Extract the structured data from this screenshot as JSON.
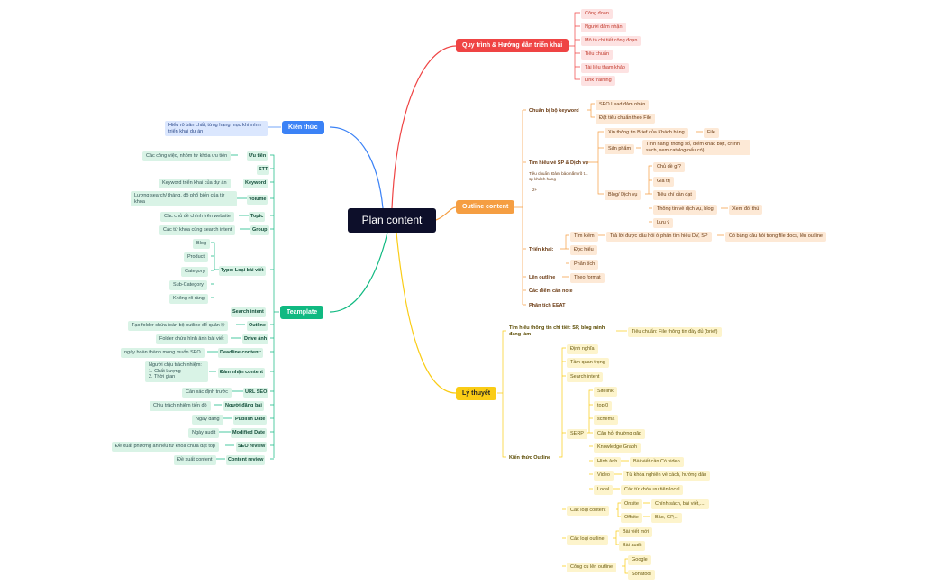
{
  "root": "Plan content",
  "quy_trinh": {
    "title": "Quy trình & Hướng dẫn triển khai",
    "items": [
      "Công đoạn",
      "Người đảm nhận",
      "Mô tả chi tiết công đoạn",
      "Tiêu chuẩn",
      "Tài liệu tham khảo",
      "Link training"
    ]
  },
  "kien_thuc": {
    "title": "Kiến thức",
    "note": "Hiểu rõ bản chất, từng hạng mục khi mình triển khai dự án"
  },
  "outline_content": {
    "title": "Outline content",
    "chuan_bi": {
      "label": "Chuẩn bị bộ keyword",
      "items": [
        "SEO Lead đảm nhận",
        "Đặt tiêu chuẩn theo File"
      ]
    },
    "tim_hieu": {
      "label": "Tìm hiểu về SP & Dịch vụ",
      "note": "Tiêu chuẩn: Đảm bảo nắm rõ t... sp khách hàng",
      "note2": "2+",
      "xin_thong_tin": "Xin thông tin Brief của Khách hàng",
      "file": "File",
      "san_pham": "Sản phẩm",
      "san_pham_detail": "Tính năng, thông số, điểm khác biệt, chính sách, xem catalog(nếu có)",
      "blog": "Blog/ Dịch vụ",
      "blog_items": [
        "Chủ đề gì?",
        "Giá trị",
        "Tiêu chí cần đạt",
        "Thông tin về dịch vụ, blog",
        "Lưu ý"
      ],
      "xem_doi_thu": "Xem đối thủ"
    },
    "trien_khai": {
      "label": "Triển khai:",
      "tim_kiem": "Tìm kiếm",
      "tra_loi": "Trả lời được câu hỏi ở phần tìm hiểu DV, SP",
      "co_bang": "Có bảng câu hỏi trong file docs, lên outline",
      "doc_hieu": "Đọc hiểu",
      "phan_tich": "Phân tích"
    },
    "len_outline": "Lên outline",
    "theo_format": "Theo format",
    "cac_diem": "Các điểm cần note",
    "phan_tich_eeat": "Phân tích EEAT"
  },
  "ly_thuyet": {
    "title": "Lý thuyết",
    "tim_hieu": "Tìm hiểu thông tin chi tiết: SP, blog mình đang làm",
    "tieu_chuan": "Tiêu chuẩn: File thông tin đầy đủ (brief)",
    "kien_thuc_outline": "Kiến thức Outline",
    "top_items": [
      "Định nghĩa",
      "Tầm quan trọng",
      "Search intent"
    ],
    "serp": "SERP",
    "serp_items": [
      "Sitelink",
      "top 0",
      "schema",
      "Câu hỏi thường gặp",
      "Knowledge Graph"
    ],
    "hinh_anh": "Hình ảnh",
    "hinh_anh_detail": "Bài viết cần Có video",
    "video": "Video",
    "video_detail": "Từ khóa nghiên về cách, hướng dẫn",
    "local": "Local",
    "local_detail": "Các từ khóa ưu tiên local",
    "cac_loai_content": "Các loại content",
    "onsite": "Onsite",
    "onsite_detail": "Chính sách, bài viết,....",
    "offsite": "Offsite",
    "offsite_detail": "Báo, GP,...",
    "cac_loai_outline": "Các loại outline",
    "outline_items": [
      "Bài viết mới",
      "Bài audit"
    ],
    "cong_cu": "Công cụ lên outline",
    "cong_cu_items": [
      "Google",
      "Sonatool"
    ]
  },
  "teamplate": {
    "title": "Teamplate",
    "rows": [
      {
        "label": "Ưu tiên",
        "note": "Các công việc, nhóm từ khóa ưu tiên"
      },
      {
        "label": "STT",
        "note": ""
      },
      {
        "label": "Keyword",
        "note": "Keyword triển khai của dự án"
      },
      {
        "label": "Volume",
        "note": "Lượng search/ tháng, độ phổ biến của từ khóa"
      },
      {
        "label": "Topic",
        "note": "Các chủ đề chính trên website"
      },
      {
        "label": "Group",
        "note": "Các từ khóa cùng search intent"
      }
    ],
    "type_label": "Type: Loại bài viết",
    "type_items": [
      "Blog",
      "Product",
      "Category",
      "Sub-Category",
      "Không rõ ràng"
    ],
    "rows2": [
      {
        "label": "Search intent",
        "note": ""
      },
      {
        "label": "Outline",
        "note": "Tạo folder chứa toàn bộ outline để quản lý"
      },
      {
        "label": "Drive ảnh",
        "note": "Folder chứa hình ảnh bài viết"
      },
      {
        "label": "Deadline content:",
        "note": "ngày hoàn thành mong muốn SEO"
      },
      {
        "label": "Đảm nhận content",
        "note": "Người chịu trách nhiệm:\n1. Chất Lượng\n2. Thời gian"
      },
      {
        "label": "URL SEO",
        "note": "Cần xác định trước"
      },
      {
        "label": "Người đăng bài",
        "note": "Chịu trách nhiệm tiến độ"
      },
      {
        "label": "Publish Date",
        "note": "Ngày đăng"
      },
      {
        "label": "Modified Date",
        "note": "Ngày audit"
      },
      {
        "label": "SEO review",
        "note": "Đề xuất phương án nếu từ khóa chưa đạt top"
      },
      {
        "label": "Content review",
        "note": "Đề xuất content"
      }
    ]
  },
  "colors": {
    "red": "#ef4444",
    "blue": "#3b82f6",
    "orange": "#f59e42",
    "green": "#10b981",
    "yellow": "#facc15",
    "root": "#0d0f2a"
  }
}
